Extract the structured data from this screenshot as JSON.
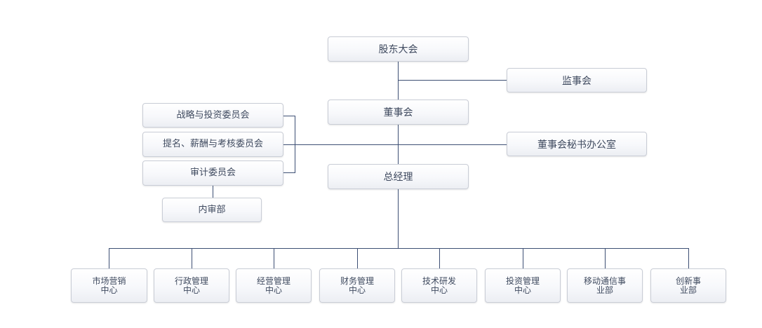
{
  "nodes": {
    "shareholders": "股东大会",
    "supervisory": "监事会",
    "board": "董事会",
    "board_secretary": "董事会秘书办公室",
    "general_manager": "总经理",
    "committee_strategy": "战略与投资委员会",
    "committee_nomination": "提名、薪酬与考核委员会",
    "committee_audit": "审计委员会",
    "internal_audit": "内审部"
  },
  "departments": [
    "市场营销\n中心",
    "行政管理\n中心",
    "经营管理\n中心",
    "财务管理\n中心",
    "技术研发\n中心",
    "投资管理\n中心",
    "移动通信事\n业部",
    "创新事\n业部"
  ]
}
